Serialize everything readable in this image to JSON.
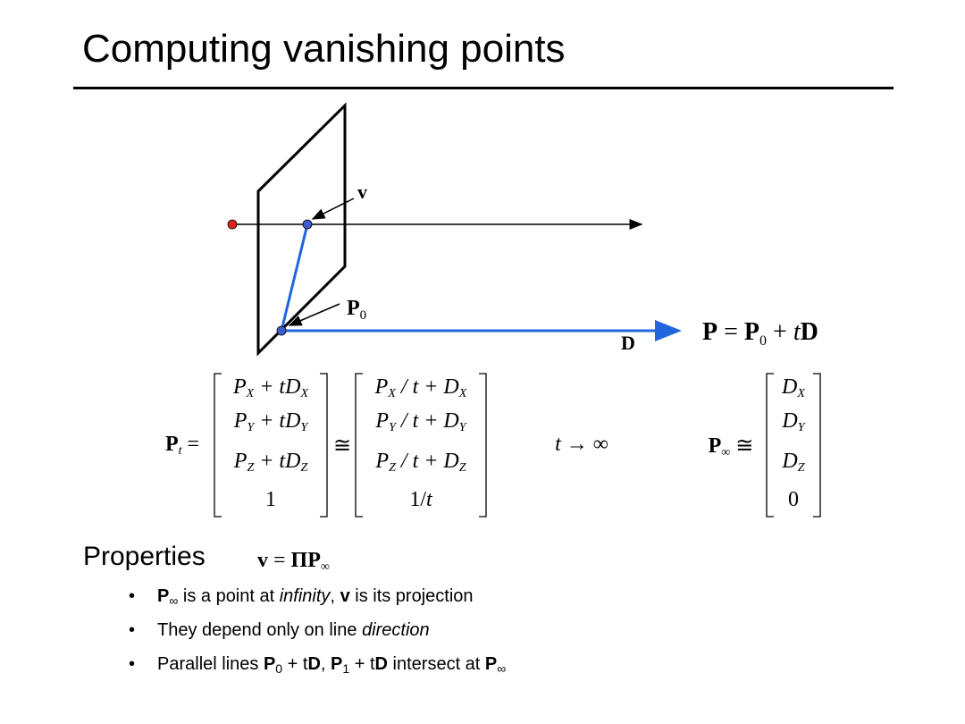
{
  "slide": {
    "title": "Computing vanishing points"
  },
  "figure": {
    "label_v": "v",
    "label_p": "P",
    "label_p_sub": "0",
    "label_d": "D",
    "equation_bold_P": "P",
    "equation_eq": " = ",
    "equation_P0": "P",
    "equation_P0_sub": "0",
    "equation_plus": " + ",
    "equation_t": "t",
    "equation_D": "D",
    "colors": {
      "ray": "#2266dd",
      "origin_point": "#dd2222",
      "points": "#3a5fcd",
      "lines": "#000000"
    }
  },
  "math": {
    "pt_label": "P",
    "pt_sub": "t",
    "eq": "=",
    "congruent": "≅",
    "limit": "t → ∞",
    "pinf_label": "P",
    "pinf_sub": "∞",
    "matrix1": [
      "P_X + tD_X",
      "P_Y + tD_Y",
      "P_Z + tD_Z",
      "1"
    ],
    "matrix2": [
      "P_X / t + D_X",
      "P_Y / t + D_Y",
      "P_Z / t + D_Z",
      "1/t"
    ],
    "matrix3": [
      "D_X",
      "D_Y",
      "D_Z",
      "0"
    ]
  },
  "properties": {
    "heading": "Properties",
    "equation": "v = ΠP∞",
    "bullet_char": "•",
    "bullets": [
      "P∞ is a point at infinity, v is its projection",
      "They depend only on line direction",
      "Parallel lines P0 + tD, P1 + tD intersect at P∞"
    ]
  }
}
